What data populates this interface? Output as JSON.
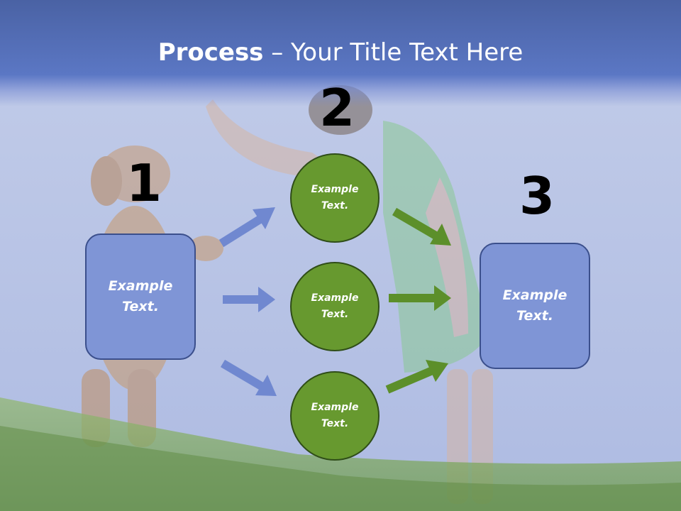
{
  "title": {
    "bold": "Process",
    "rest": " – Your Title Text Here"
  },
  "numbers": [
    "1",
    "2",
    "3"
  ],
  "step1": {
    "text": "Example\nText."
  },
  "step2": [
    {
      "text": "Example\nText."
    },
    {
      "text": "Example\nText."
    },
    {
      "text": "Example\nText."
    }
  ],
  "step3": {
    "text": "Example\nText."
  },
  "colors": {
    "header": "#4a62a4",
    "box_fill": "#7f95d6",
    "circle_fill": "#67992f",
    "blue_arrow": "#7088d0",
    "green_arrow": "#5c8f2a"
  }
}
